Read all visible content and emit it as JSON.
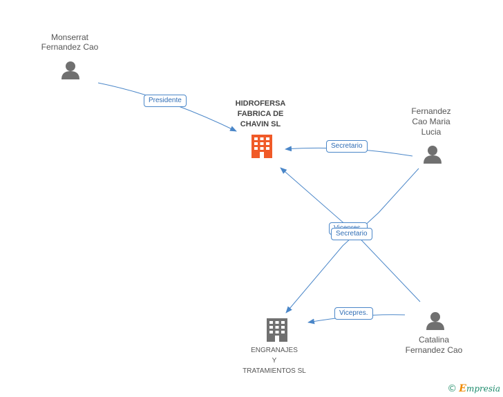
{
  "nodes": {
    "hidrofersa": {
      "name_lines": [
        "HIDROFERSA",
        "FABRICA DE",
        "CHAVIN SL"
      ],
      "icon": "building-icon",
      "color": "#f05a28"
    },
    "engranajes": {
      "name_lines": [
        "ENGRANAJES",
        "Y",
        "TRATAMIENTOS SL"
      ],
      "icon": "building-icon",
      "color": "#707070"
    },
    "monserrat": {
      "name_lines": [
        "Monserrat",
        "Fernandez Cao"
      ],
      "icon": "person-icon"
    },
    "fernandez_cao_maria": {
      "name_lines": [
        "Fernandez",
        "Cao Maria",
        "Lucia"
      ],
      "icon": "person-icon"
    },
    "catalina": {
      "name_lines": [
        "Catalina",
        "Fernandez Cao"
      ],
      "icon": "person-icon"
    }
  },
  "relations": {
    "presidente": "Presidente",
    "secretario_top": "Secretario",
    "vicepres_hidden": "Vicepres.",
    "secretario_mid": "Secretario",
    "vicepres_bottom": "Vicepres."
  },
  "colors": {
    "edge": "#4a86c8",
    "person": "#707070"
  },
  "footer": {
    "copyright": "©",
    "brand_initial": "E",
    "brand_rest": "mpresia"
  }
}
